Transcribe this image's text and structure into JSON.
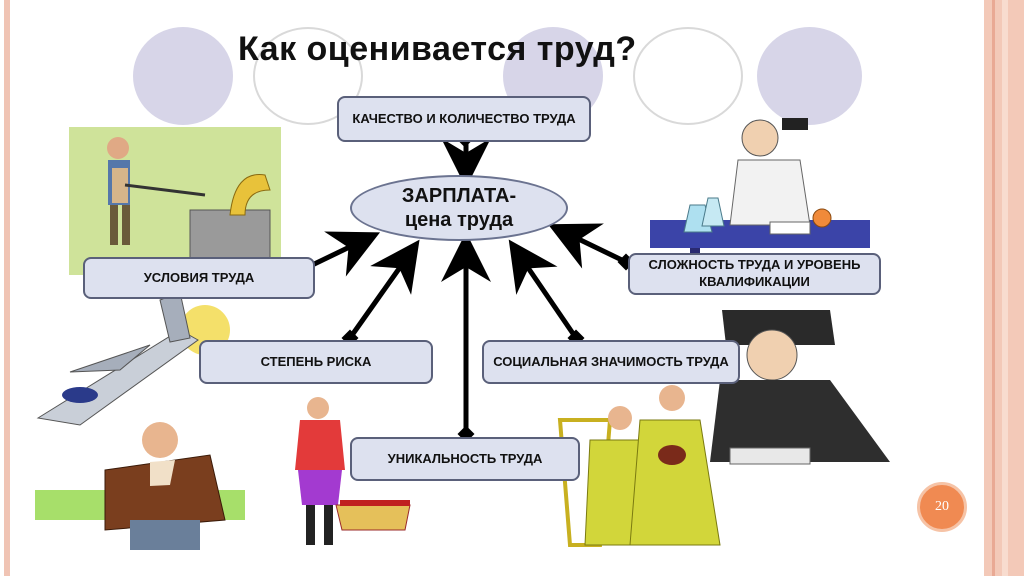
{
  "title": "Как оценивается труд?",
  "center": {
    "line1": "ЗАРПЛАТА-",
    "line2": "цена труда"
  },
  "factors": {
    "quality": "КАЧЕСТВО И КОЛИЧЕСТВО ТРУДА",
    "conditions": "УСЛОВИЯ ТРУДА",
    "complexity": "СЛОЖНОСТЬ ТРУДА И УРОВЕНЬ КВАЛИФИКАЦИИ",
    "risk": "СТЕПЕНЬ РИСКА",
    "social": "СОЦИАЛЬНАЯ ЗНАЧИМОСТЬ ТРУДА",
    "uniqueness": "УНИКАЛЬНОСТЬ ТРУДА"
  },
  "page_number": "20",
  "colors": {
    "accent": "#f08a52",
    "box_fill": "#dde1ef",
    "circle_fill": "#d7d5e8"
  },
  "illustrations": [
    "steelworker",
    "chemist",
    "fighter-jet",
    "pilot",
    "circus-performer",
    "musicians",
    "judge"
  ]
}
